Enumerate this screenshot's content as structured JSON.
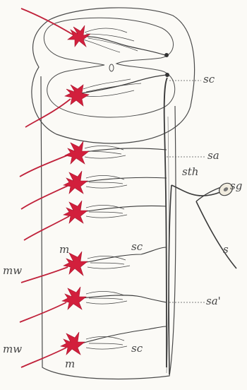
{
  "labels": {
    "sc_top": "sc",
    "sa": "sa",
    "sth": "sth",
    "sg": "sg",
    "s": "s",
    "m_upper": "m",
    "sc_middle": "sc",
    "mw_upper": "mw",
    "sa_prime": "sa'",
    "mw_lower": "mw",
    "sc_bottom": "sc",
    "m_lower": "m"
  },
  "colors": {
    "outline": "#4a4a4a",
    "fiber": "#3a3a3a",
    "neuron": "#d21f3c",
    "neuron_dark": "#a8132b",
    "background": "#fbfaf6"
  },
  "figure": {
    "neuron_count": 8
  }
}
